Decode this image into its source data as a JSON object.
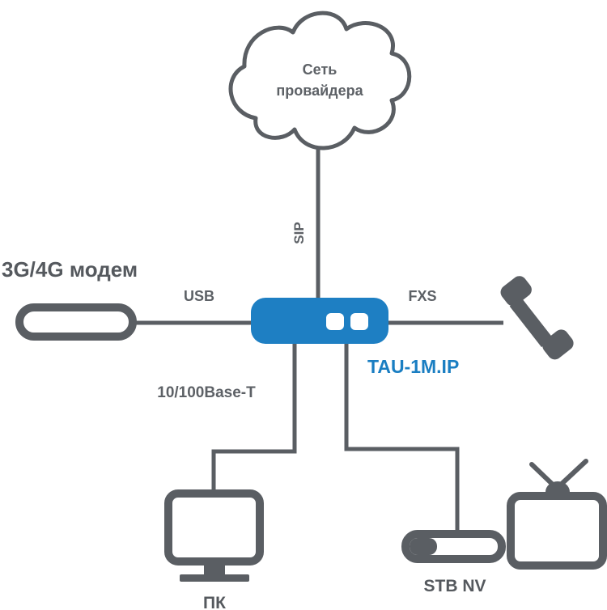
{
  "cloud": {
    "line1": "Сеть",
    "line2": "провайдера"
  },
  "links": {
    "sip": "SIP",
    "usb": "USB",
    "fxs": "FXS",
    "ethernet": "10/100Base-T"
  },
  "devices": {
    "modem": "3G/4G модем",
    "gateway": "TAU-1M.IP",
    "pc": "ПК",
    "stb": "STB NV"
  },
  "colors": {
    "line": "#5a5e63",
    "device_fill": "#1e7fc3",
    "label": "#5d6166",
    "gateway_label": "#1a7ec2"
  }
}
